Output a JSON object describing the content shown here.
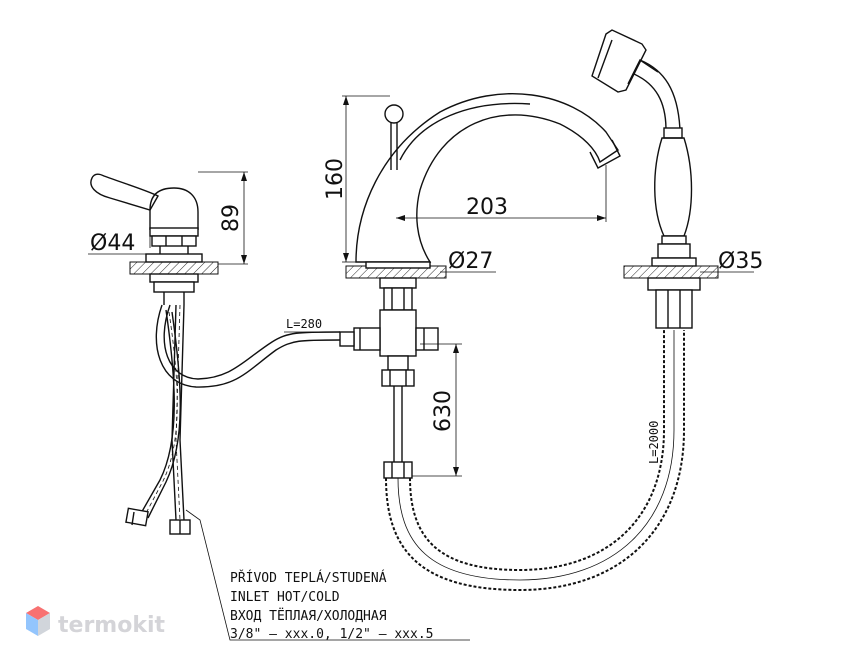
{
  "dimensions": {
    "lever_diameter": "Ø44",
    "lever_height": "89",
    "spout_height": "160",
    "spout_reach": "203",
    "spout_diameter": "Ø27",
    "shower_diameter": "Ø35",
    "drop_height": "630",
    "hose_connector_length": "L=280",
    "shower_hose_length": "L=2000"
  },
  "notes": {
    "line1": "PŘÍVOD TEPLÁ/STUDENÁ",
    "line2": "INLET HOT/COLD",
    "line3": "ВХОД ТЁПЛАЯ/ХОЛОДНАЯ",
    "line4": "3/8\" – xxx.0, 1/2\" – xxx.5"
  },
  "brand": {
    "name": "termokit",
    "logo_colors": [
      "#f87171",
      "#93c5fd",
      "#d1d5db"
    ]
  }
}
